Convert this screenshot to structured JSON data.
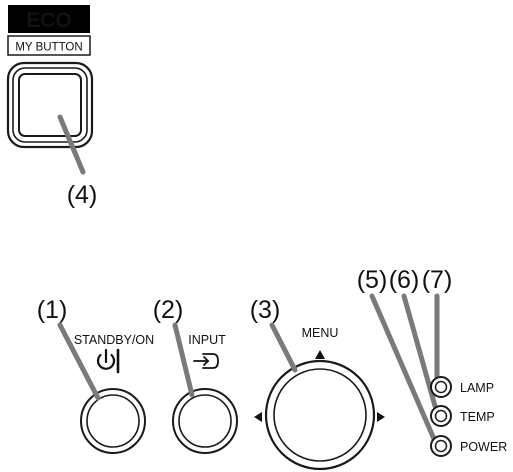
{
  "eco_button": {
    "top_label": "ECO",
    "bottom_label": "MY BUTTON",
    "callout": "(4)"
  },
  "buttons": {
    "standby": {
      "callout": "(1)",
      "label": "STANDBY/ON",
      "icon": "power-icon"
    },
    "input": {
      "callout": "(2)",
      "label": "INPUT",
      "icon": "input-icon"
    },
    "menu": {
      "callout": "(3)",
      "label": "MENU",
      "icon": "arrow-icons"
    }
  },
  "indicators": [
    {
      "callout": "(7)",
      "label": "LAMP"
    },
    {
      "callout": "(6)",
      "label": "TEMP"
    },
    {
      "callout": "(5)",
      "label": "POWER"
    }
  ],
  "colors": {
    "stroke": "#1a1a1a",
    "label_bg": "#000000",
    "label_fg": "#ffffff"
  }
}
